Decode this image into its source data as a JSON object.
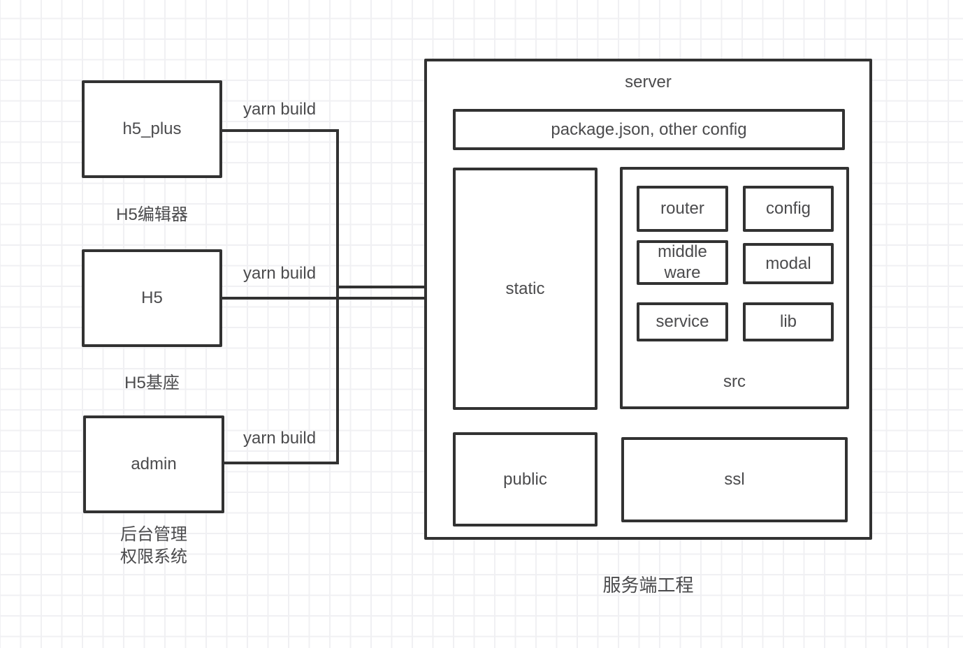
{
  "colors": {
    "stroke": "#323232",
    "text": "#4b4b4d",
    "grid_line": "#f0f0f3",
    "canvas_bg": "#ffffff"
  },
  "clients": [
    {
      "label": "h5_plus",
      "caption": "H5编辑器",
      "edge_label": "yarn build"
    },
    {
      "label": "H5",
      "caption": "H5基座",
      "edge_label": "yarn build"
    },
    {
      "label": "admin",
      "caption": "后台管理\n权限系统",
      "edge_label": "yarn build"
    }
  ],
  "server": {
    "title": "server",
    "caption": "服务端工程",
    "config_box": {
      "label": "package.json, other config"
    },
    "static_box": {
      "label": "static"
    },
    "src_box": {
      "label": "src",
      "items": [
        {
          "label": "router"
        },
        {
          "label": "config"
        },
        {
          "label": "middle\nware"
        },
        {
          "label": "modal"
        },
        {
          "label": "service"
        },
        {
          "label": "lib"
        }
      ]
    },
    "public_box": {
      "label": "public"
    },
    "ssl_box": {
      "label": "ssl"
    }
  }
}
